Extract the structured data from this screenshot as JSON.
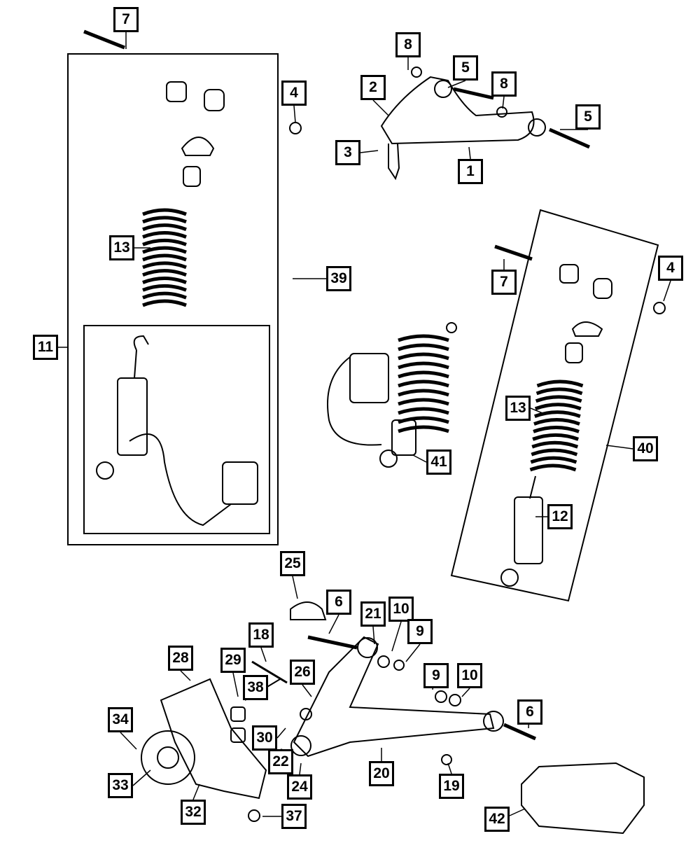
{
  "diagram": {
    "callouts": [
      "7",
      "8",
      "5",
      "8",
      "2",
      "4",
      "5",
      "3",
      "1",
      "13",
      "39",
      "7",
      "4",
      "11",
      "13",
      "40",
      "41",
      "12",
      "25",
      "6",
      "21",
      "10",
      "9",
      "18",
      "28",
      "29",
      "26",
      "38",
      "9",
      "10",
      "34",
      "6",
      "30",
      "22",
      "20",
      "19",
      "24",
      "33",
      "32",
      "37",
      "42"
    ]
  },
  "colors": {
    "line": "#000000",
    "background": "#ffffff"
  }
}
